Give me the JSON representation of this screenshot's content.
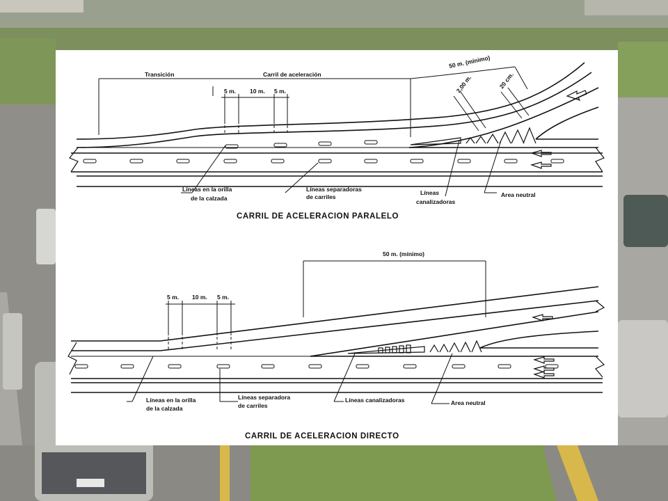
{
  "diagram_top": {
    "title": "CARRIL  DE ACELERACION  PARALELO",
    "transition_label": "Transición",
    "accel_lane_label": "Carril de aceleración",
    "min_length_label": "50 m. (mínimo)",
    "width_label": "2,00 m.",
    "stripe_label": "20 cm.",
    "dim_5a": "5 m.",
    "dim_10": "10 m.",
    "dim_5b": "5 m.",
    "edge_lines_1": "Líneas en la orilla",
    "edge_lines_2": "de la calzada",
    "separator_lines_1": "Líneas separadoras",
    "separator_lines_2": "de carriles",
    "channel_lines_1": "Líneas",
    "channel_lines_2": "canalizadoras",
    "neutral_area": "Area neutral"
  },
  "diagram_bottom": {
    "title": "CARRIL  DE ACELERACION  DIRECTO",
    "min_length_label": "50 m. (mínimo)",
    "dim_5a": "5 m.",
    "dim_10": "10 m.",
    "dim_5b": "5 m.",
    "edge_lines_1": "Líneas en la orilla",
    "edge_lines_2": "de la calzada",
    "separator_lines_1": "Líneas separadora",
    "separator_lines_2": "de carriles",
    "channel_lines": "Líneas canalizadoras",
    "neutral_area": "Area neutral"
  },
  "colors": {
    "panel": "#ffffff",
    "ink": "#111111",
    "road_asphalt": "#8d8c86",
    "grass": "#7f9a52",
    "lane_yellow": "#d8b84a"
  }
}
